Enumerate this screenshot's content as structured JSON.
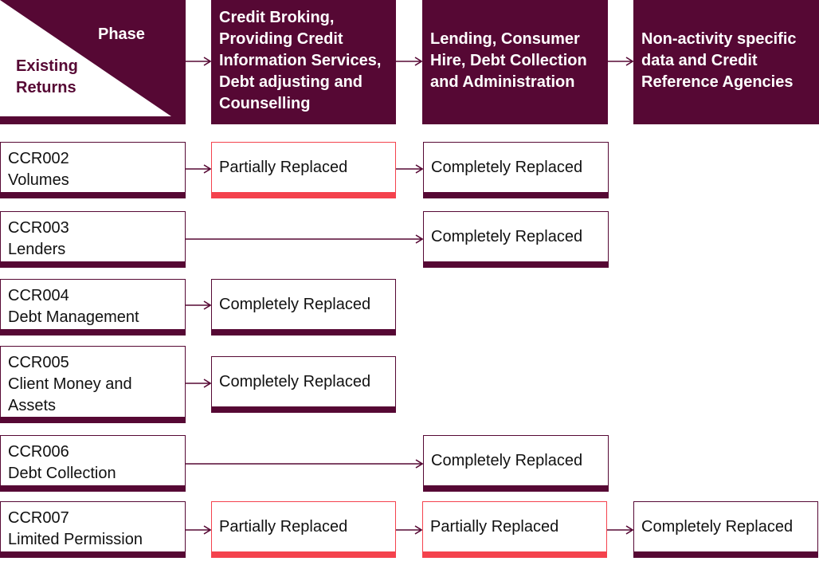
{
  "corner": {
    "phase_label": "Phase",
    "existing_label": "Existing Returns"
  },
  "phases": [
    {
      "lines": [
        "Credit Broking,",
        "Providing Credit",
        "Information Services,",
        "Debt adjusting and",
        "Counselling"
      ]
    },
    {
      "lines": [
        "Lending, Consumer",
        "Hire, Debt Collection",
        "and Administration"
      ]
    },
    {
      "lines": [
        "Non-activity specific",
        "data and Credit",
        "Reference Agencies"
      ]
    }
  ],
  "returns": [
    {
      "code": "CCR002",
      "name_lines": [
        "Volumes"
      ],
      "phase1": "Partially Replaced",
      "phase2": "Completely Replaced",
      "phase3": ""
    },
    {
      "code": "CCR003",
      "name_lines": [
        "Lenders"
      ],
      "phase1": "",
      "phase2": "Completely Replaced",
      "phase3": ""
    },
    {
      "code": "CCR004",
      "name_lines": [
        "Debt Management"
      ],
      "phase1": "Completely Replaced",
      "phase2": "",
      "phase3": ""
    },
    {
      "code": "CCR005",
      "name_lines": [
        "Client Money and",
        "Assets"
      ],
      "phase1": "Completely Replaced",
      "phase2": "",
      "phase3": ""
    },
    {
      "code": "CCR006",
      "name_lines": [
        "Debt Collection"
      ],
      "phase1": "",
      "phase2": "Completely Replaced",
      "phase3": ""
    },
    {
      "code": "CCR007",
      "name_lines": [
        "Limited Permission"
      ],
      "phase1": "Partially Replaced",
      "phase2": "Partially Replaced",
      "phase3": "Completely Replaced"
    }
  ],
  "colors": {
    "primary": "#560834",
    "partial_accent": "#f4424d",
    "text": "#111111"
  }
}
